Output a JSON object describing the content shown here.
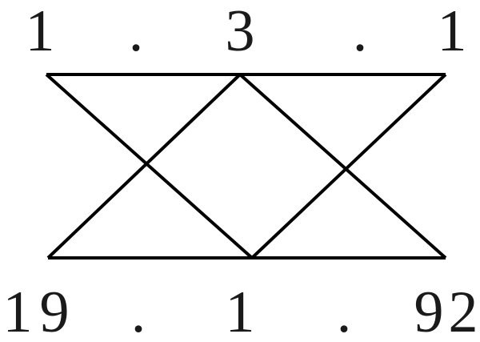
{
  "top_labels": [
    "1",
    ".",
    "3",
    ".",
    "1"
  ],
  "bottom_labels": [
    "9",
    ".",
    "1",
    ".",
    "9"
  ],
  "bottom_overlay_labels": {
    "left": "1",
    "right": "2"
  }
}
